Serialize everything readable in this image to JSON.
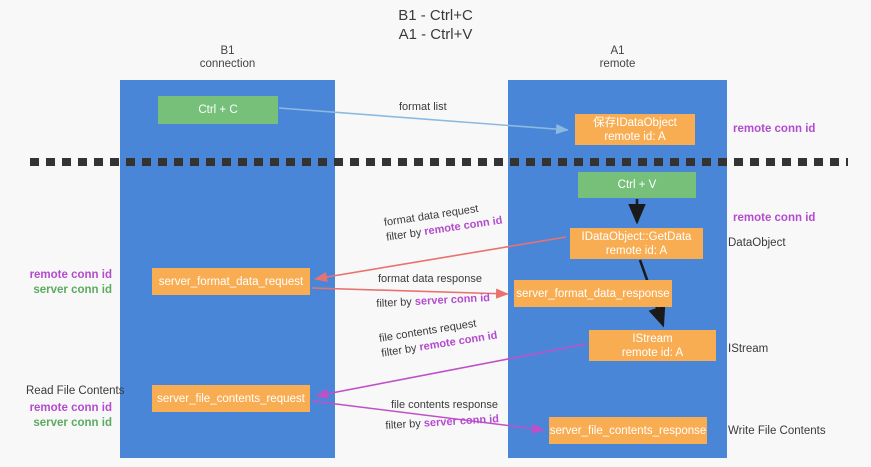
{
  "title": {
    "line1": "B1 - Ctrl+C",
    "line2": "A1 - Ctrl+V"
  },
  "columns": [
    {
      "name": "B1",
      "role": "connection"
    },
    {
      "name": "A1",
      "role": "remote"
    }
  ],
  "nodes": {
    "ctrl_c": {
      "label": "Ctrl + C",
      "color": "#76c07a"
    },
    "save_idataobject": {
      "line1": "保存IDataObject",
      "line2": "remote id: A",
      "color": "#f9ad53"
    },
    "ctrl_v": {
      "label": "Ctrl + V",
      "color": "#76c07a"
    },
    "getdata": {
      "line1": "IDataObject::GetData",
      "line2": "remote id: A",
      "color": "#f9ad53"
    },
    "server_format_data_request": {
      "label": "server_format_data_request",
      "color": "#f9ad53"
    },
    "server_format_data_response": {
      "label": "server_format_data_response",
      "color": "#f9ad53"
    },
    "istream": {
      "line1": "IStream",
      "line2": "remote id: A",
      "color": "#f9ad53"
    },
    "server_file_contents_request": {
      "label": "server_file_contents_request",
      "color": "#f9ad53"
    },
    "server_file_contents_response": {
      "label": "server_file_contents_response",
      "color": "#f9ad53"
    }
  },
  "edge_labels": {
    "format_list": "format list",
    "format_data_request": "format data request",
    "format_data_request_filter_prefix": "filter by ",
    "format_data_request_filter_key": "remote conn id",
    "format_data_response": "format data response",
    "format_data_response_filter_prefix": "filter by ",
    "format_data_response_filter_key": "server conn id",
    "file_contents_request": "file contents request",
    "file_contents_request_filter_prefix": "filter by ",
    "file_contents_request_filter_key": "remote conn id",
    "file_contents_response": "file contents response",
    "file_contents_response_filter_prefix": "filter by ",
    "file_contents_response_filter_key": "server conn id"
  },
  "annotations": {
    "right_remote_conn_id_top": "remote conn id",
    "right_remote_conn_id_mid": "remote conn id",
    "right_dataobject": "DataObject",
    "right_istream": "IStream",
    "right_write_file_contents": "Write File Contents",
    "left_remote_conn_id_mid": "remote conn id",
    "left_server_conn_id_mid": "server conn id",
    "left_read_file_contents": "Read File Contents",
    "left_remote_conn_id_bottom": "remote conn id",
    "left_server_conn_id_bottom": "server conn id"
  },
  "colors": {
    "column_blue": "#4a86d8",
    "node_green": "#76c07a",
    "node_orange": "#f9ad53",
    "key_purple": "#b44bcf",
    "key_green": "#5aab61",
    "arrow_lightblue": "#8bb9e0",
    "arrow_red": "#e8726f",
    "arrow_magenta": "#c050c8",
    "arrow_black": "#1a1a1a",
    "divider_dashed": "#333333"
  }
}
